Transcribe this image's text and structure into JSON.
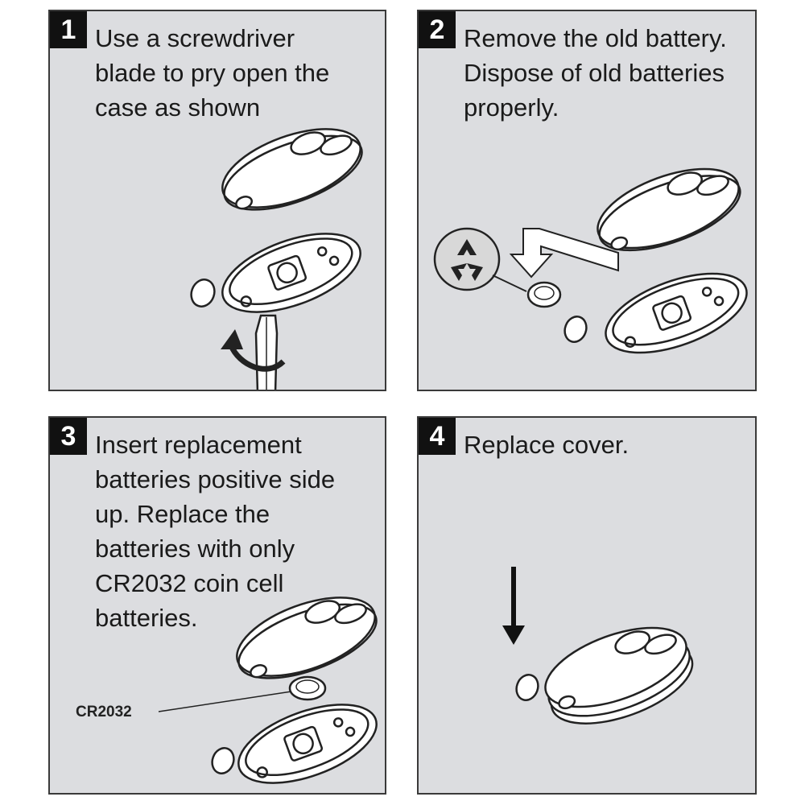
{
  "steps": [
    {
      "number": "1",
      "text": "Use a screwdriver\nblade to pry open the\ncase as shown"
    },
    {
      "number": "2",
      "text": "Remove the old battery.\nDispose of old batteries\nproperly."
    },
    {
      "number": "3",
      "text": "Insert replacement\nbatteries positive side\nup. Replace the\nbatteries with only\nCR2032 coin cell\nbatteries."
    },
    {
      "number": "4",
      "text": "Replace cover."
    }
  ],
  "callout_label": "CR2032",
  "icons": [
    "recycle-icon",
    "screwdriver-icon",
    "rotate-arrow-icon",
    "down-arrow-icon"
  ],
  "colors": {
    "panel_bg": "#dcdde0",
    "badge_bg": "#111111",
    "ink": "#1a1a1a"
  }
}
